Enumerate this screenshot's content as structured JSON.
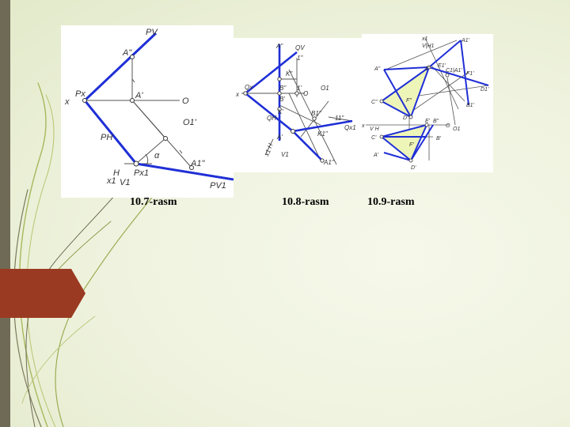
{
  "slide": {
    "colors": {
      "background": "#eef2dd",
      "side_bar": "#6f6a55",
      "arrow_tab": "#9b3a22",
      "line_blue": "#1f2fd6",
      "line_grey": "#555555",
      "fill_yellow": "#eef5b8"
    }
  },
  "figures": [
    {
      "caption": "10.7-rasm",
      "labels": {
        "pv": "PV",
        "a2": "A\"",
        "px": "Px",
        "x": "x",
        "a1": "A'",
        "o": "O",
        "o1": "O1'",
        "ph": "PH",
        "alpha": "α",
        "x1": "x1",
        "h": "H",
        "v1": "V1",
        "px1": "Px1",
        "a1pp": "A1\"",
        "pv1": "PV1"
      }
    },
    {
      "caption": "10.8-rasm",
      "labels": {
        "a2": "A\"",
        "qv": "QV",
        "one2": "1\"",
        "k2": "K\"",
        "x": "x",
        "qx": "Qx",
        "b2": "B\"",
        "o": "O",
        "b1": "B'",
        "one1": "1'",
        "o1": "O1",
        "k1": "K'",
        "qh": "QH",
        "b1pp": "B1\"",
        "one1pp": "11\"",
        "qx1": "Qx1",
        "a1": "A'",
        "k1pp": "K1\"",
        "xh": "x1 H",
        "v1": "V1",
        "a1pp": "A1\""
      }
    },
    {
      "caption": "10.9-rasm",
      "labels": {
        "x1": "x1",
        "vh": "V|H1",
        "a1": "A1'",
        "a2": "A\"",
        "e2": "E\"",
        "e1": "E1'",
        "c1": "C1|A1'",
        "f1": "F1'",
        "d1": "D1'",
        "c2": "C\"",
        "f2": "F\"",
        "b1": "B1'",
        "d2": "D\"",
        "e1b": "E'",
        "x": "x",
        "vh2": "V H",
        "b2": "B\"",
        "o": "O",
        "o1": "O1",
        "c1b": "C'",
        "f1b": "F'",
        "b1b": "B'",
        "a1b": "A'",
        "d1b": "D'"
      }
    }
  ]
}
